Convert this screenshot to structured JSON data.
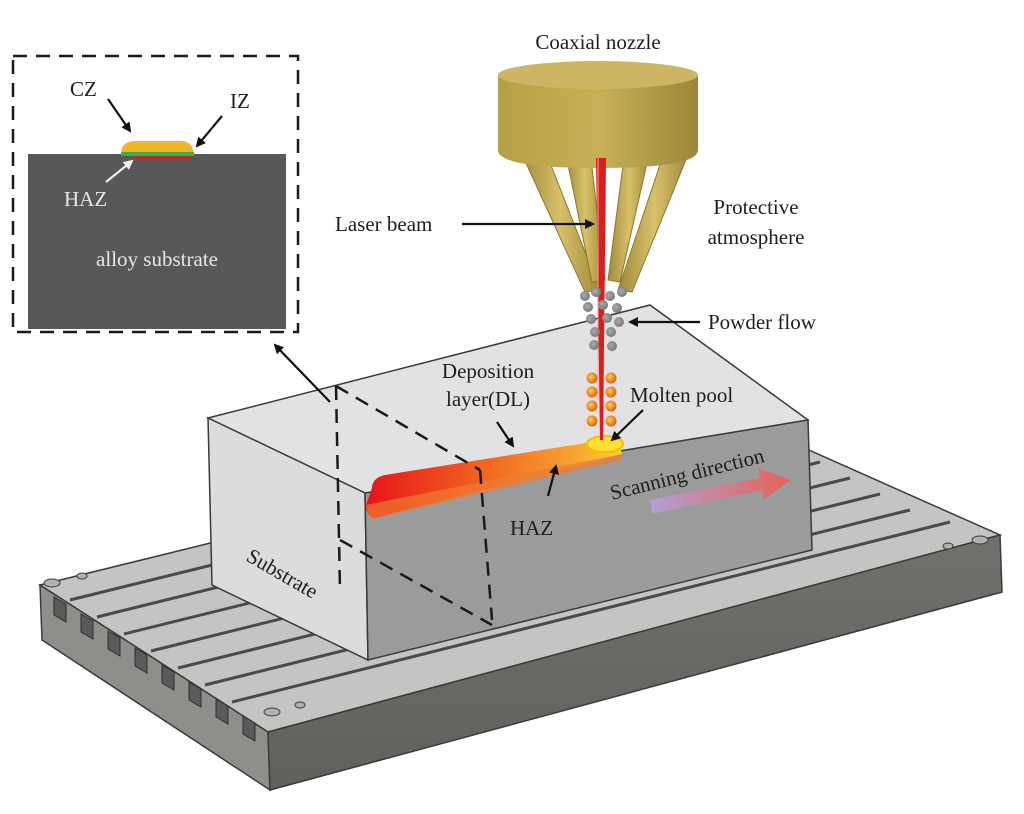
{
  "figure": {
    "title": "Laser directed energy deposition schematic",
    "labels": {
      "coaxial_nozzle": "Coaxial nozzle",
      "laser_beam": "Laser beam",
      "protective_atmosphere_line1": "Protective",
      "protective_atmosphere_line2": "atmosphere",
      "powder_flow": "Powder flow",
      "deposition_layer_line1": "Deposition",
      "deposition_layer_line2": "layer(DL)",
      "molten_pool": "Molten pool",
      "scanning_direction": "Scanning direction",
      "haz_main": "HAZ",
      "substrate": "Substrate"
    },
    "inset": {
      "cz": "CZ",
      "iz": "IZ",
      "haz": "HAZ",
      "alloy_substrate": "alloy substrate"
    },
    "colors": {
      "nozzle": "#c2a84e",
      "laser": "#d81e1e",
      "powder": "#8c8c8c",
      "molten_powder": "#f28c1c",
      "substrate_top": "#e4e4e4",
      "substrate_front": "#9a9a9a",
      "table": "#7b7d79",
      "inset_substrate": "#585858",
      "cz_color": "#f0b429",
      "iz_color": "#3fae49",
      "haz_color": "#c0262c"
    }
  }
}
